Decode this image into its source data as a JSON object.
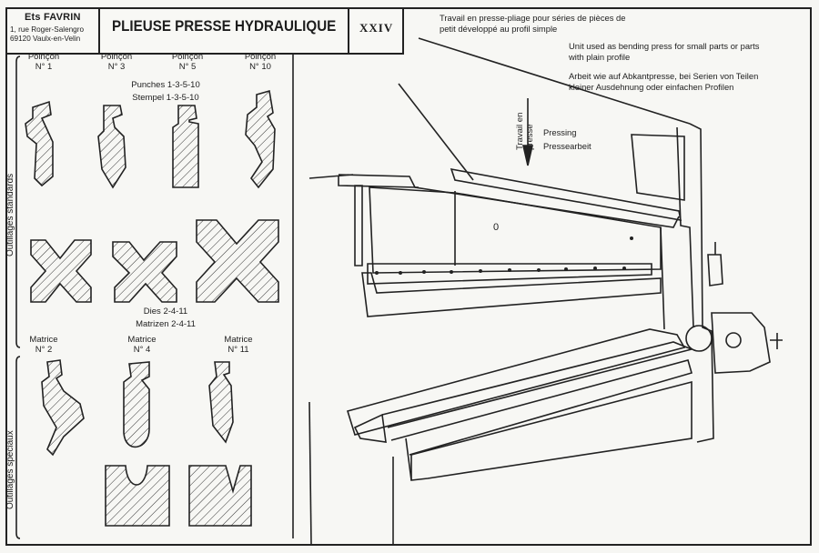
{
  "header": {
    "company": "Ets FAVRIN",
    "address": [
      "1, rue Roger-Salengro",
      "69120  Vaulx-en-Velin"
    ],
    "title": "PLIEUSE PRESSE HYDRAULIQUE",
    "plate_number": "XXIV"
  },
  "description": {
    "fr": [
      "Travail en presse-pliage pour séries de pièces de",
      "petit développé au profil simple"
    ],
    "en": [
      "Unit used as bending press for small parts or parts",
      "with plain profile"
    ],
    "de": [
      "Arbeit wie auf Abkantpresse, bei Serien von Teilen",
      "kleiner Ausdehnung oder einfachen Profilen"
    ]
  },
  "tooling": {
    "standard_label": "Outillages standards",
    "special_label": "Outillages spéciaux",
    "punches": [
      {
        "name": "Poinçon",
        "number": "N° 1"
      },
      {
        "name": "Poinçon",
        "number": "N° 3"
      },
      {
        "name": "Poinçon",
        "number": "N° 5"
      },
      {
        "name": "Poinçon",
        "number": "N° 10"
      }
    ],
    "punches_caption": [
      "Punches 1-3-5-10",
      "Stempel 1-3-5-10"
    ],
    "dies_caption": [
      "Dies 2-4-11",
      "Matrizen 2-4-11"
    ],
    "dies": [
      {
        "name": "Matrice",
        "number": "N° 2"
      },
      {
        "name": "Matrice",
        "number": "N° 4"
      },
      {
        "name": "Matrice",
        "number": "N° 11"
      }
    ]
  },
  "machine": {
    "vertical_label": "Travail en presse",
    "pressing": [
      "Pressing",
      "Pressearbeit"
    ],
    "ram_mark": "0"
  }
}
